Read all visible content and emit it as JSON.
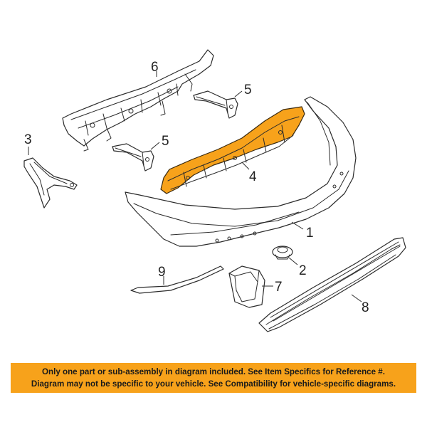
{
  "callouts": {
    "c1": "1",
    "c2": "2",
    "c3": "3",
    "c4": "4",
    "c5a": "5",
    "c5b": "5",
    "c6": "6",
    "c7": "7",
    "c8": "8",
    "c9": "9"
  },
  "notice": {
    "line1": "Only one part or sub-assembly in diagram included. See Item Specifics for Reference #.",
    "line2": "Diagram may not be specific to your vehicle. See Compatibility for vehicle-specific diagrams."
  },
  "colors": {
    "highlight_part": "#f7a21b",
    "notice_background": "#f7a21b",
    "line_art": "#2b2b2b"
  }
}
